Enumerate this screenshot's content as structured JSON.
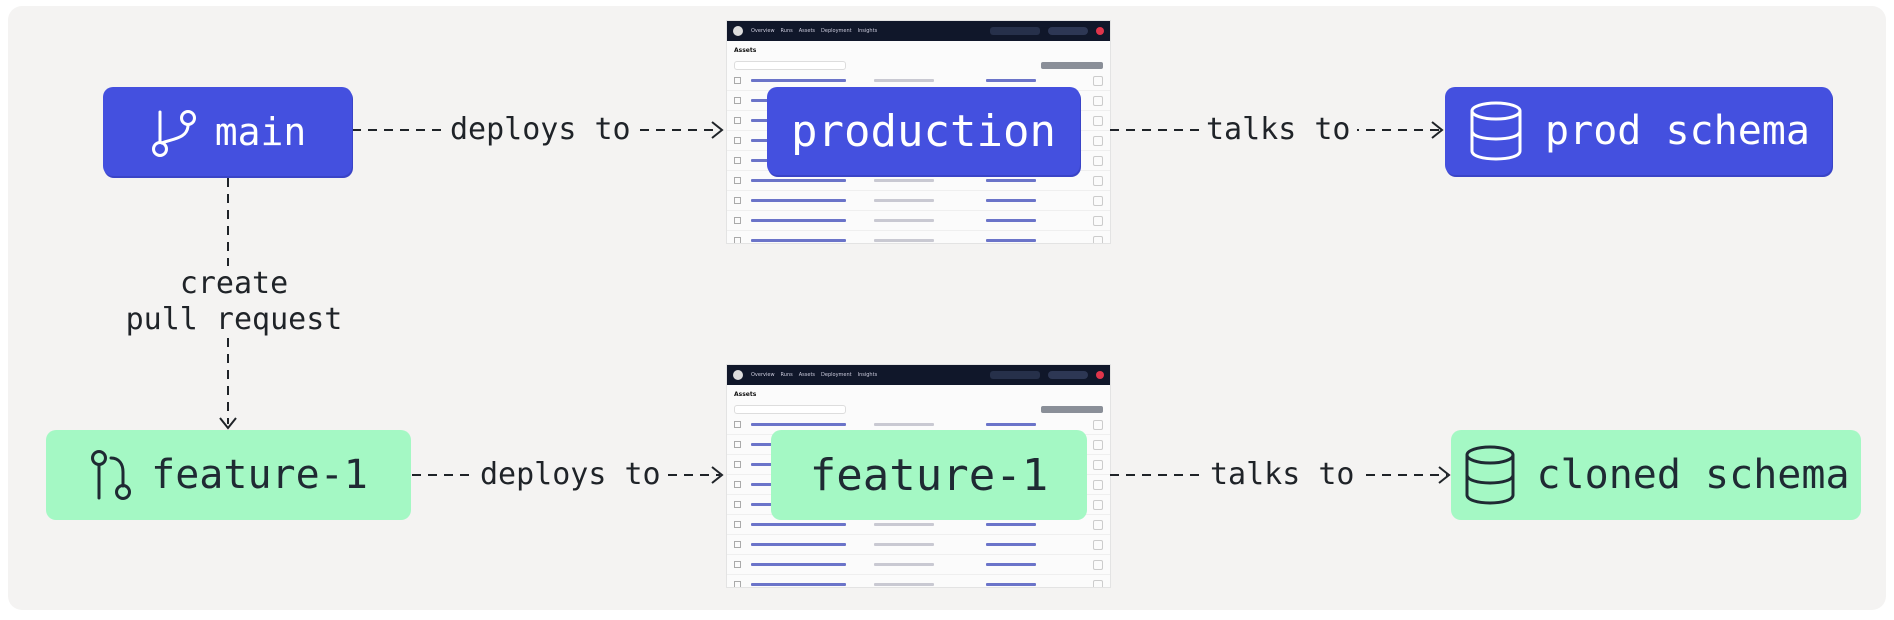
{
  "nodes": {
    "main": {
      "label": "main",
      "icon": "git-branch-icon"
    },
    "production": {
      "label": "production"
    },
    "prod_schema": {
      "label": "prod schema",
      "icon": "database-icon"
    },
    "feature_branch": {
      "label": "feature-1",
      "icon": "git-pull-request-icon"
    },
    "feature_deployment": {
      "label": "feature-1"
    },
    "cloned_schema": {
      "label": "cloned schema",
      "icon": "database-icon"
    }
  },
  "edges": {
    "main_to_production": "deploys to",
    "production_to_schema": "talks to",
    "main_to_feature": [
      "create",
      "pull request"
    ],
    "feature_to_deployment": "deploys to",
    "deployment_to_schema": "talks to"
  },
  "screenshot": {
    "nav": [
      "Overview",
      "Runs",
      "Assets",
      "Deployment",
      "Insights"
    ],
    "page_title": "Assets"
  },
  "colors": {
    "production_fill": "#4450df",
    "feature_fill": "#a4f8c4",
    "background": "#f4f3f2"
  }
}
